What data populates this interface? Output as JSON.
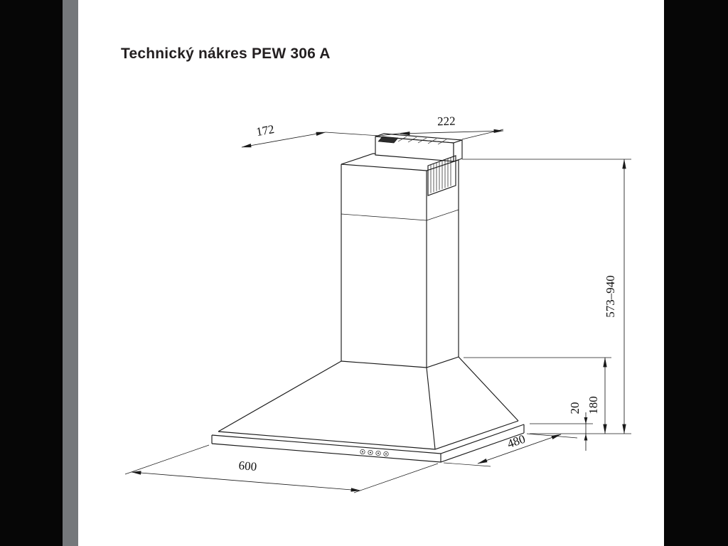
{
  "page": {
    "title": "Technický nákres PEW 306 A"
  },
  "diagram": {
    "subject": "wall chimney cooker hood technical drawing",
    "dims": {
      "top_depth": "172",
      "top_width": "222",
      "height_range": "573–940",
      "rim_height": "20",
      "lower_height": "180",
      "width": "600",
      "depth": "480"
    }
  },
  "colors": {
    "canvas_bg": "#060606",
    "page_bg": "#ffffff",
    "side_strip": "#75787b",
    "line": "#1a1a1a"
  }
}
